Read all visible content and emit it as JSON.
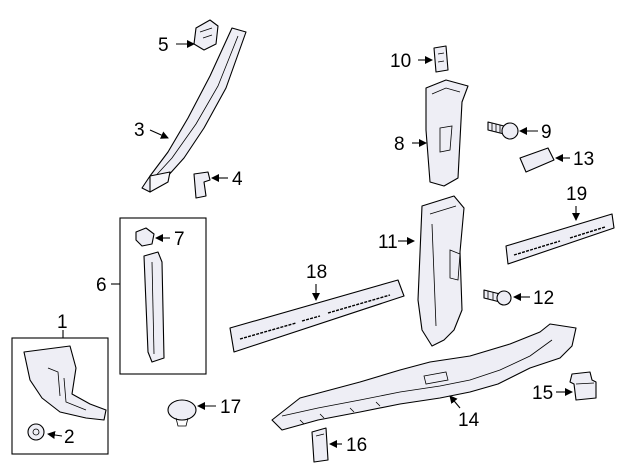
{
  "callouts": {
    "p1": "1",
    "p2": "2",
    "p3": "3",
    "p4": "4",
    "p5": "5",
    "p6": "6",
    "p7": "7",
    "p8": "8",
    "p9": "9",
    "p10": "10",
    "p11": "11",
    "p12": "12",
    "p13": "13",
    "p14": "14",
    "p15": "15",
    "p16": "16",
    "p17": "17",
    "p18": "18",
    "p19": "19"
  },
  "colors": {
    "line": "#000000",
    "part_fill": "#eeeef5",
    "background": "#ffffff"
  }
}
